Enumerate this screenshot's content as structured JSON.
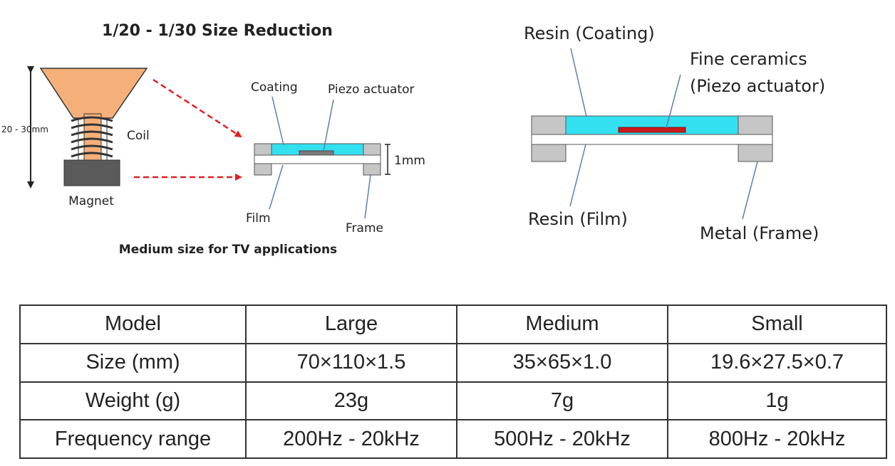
{
  "left_diagram": {
    "title": "1/20 - 1/30 Size Reduction",
    "height_label": "20 - 30mm",
    "coil_label": "Coil",
    "magnet_label": "Magnet",
    "coating_label": "Coating",
    "piezo_label": "Piezo actuator",
    "thickness_label": "1mm",
    "film_label": "Film",
    "frame_label": "Frame",
    "caption": "Medium size for TV applications"
  },
  "right_diagram": {
    "resin_coating_label": "Resin (Coating)",
    "fine_ceramics_line1": "Fine ceramics",
    "fine_ceramics_line2": "(Piezo actuator)",
    "resin_film_label": "Resin (Film)",
    "metal_frame_label": "Metal (Frame)"
  },
  "colors": {
    "cone": "#f5b07a",
    "coating": "#33e0f0",
    "piezo": "#cc1a1a",
    "frame": "#c6c6c6",
    "magnet": "#5a5a5a",
    "arrow_red": "#e02020",
    "pointer_blue": "#5b7fb5"
  },
  "table": {
    "rows": [
      [
        "Model",
        "Large",
        "Medium",
        "Small"
      ],
      [
        "Size (mm)",
        "70×110×1.5",
        "35×65×1.0",
        "19.6×27.5×0.7"
      ],
      [
        "Weight (g)",
        "23g",
        "7g",
        "1g"
      ],
      [
        "Frequency range",
        "200Hz - 20kHz",
        "500Hz - 20kHz",
        "800Hz - 20kHz"
      ]
    ]
  }
}
